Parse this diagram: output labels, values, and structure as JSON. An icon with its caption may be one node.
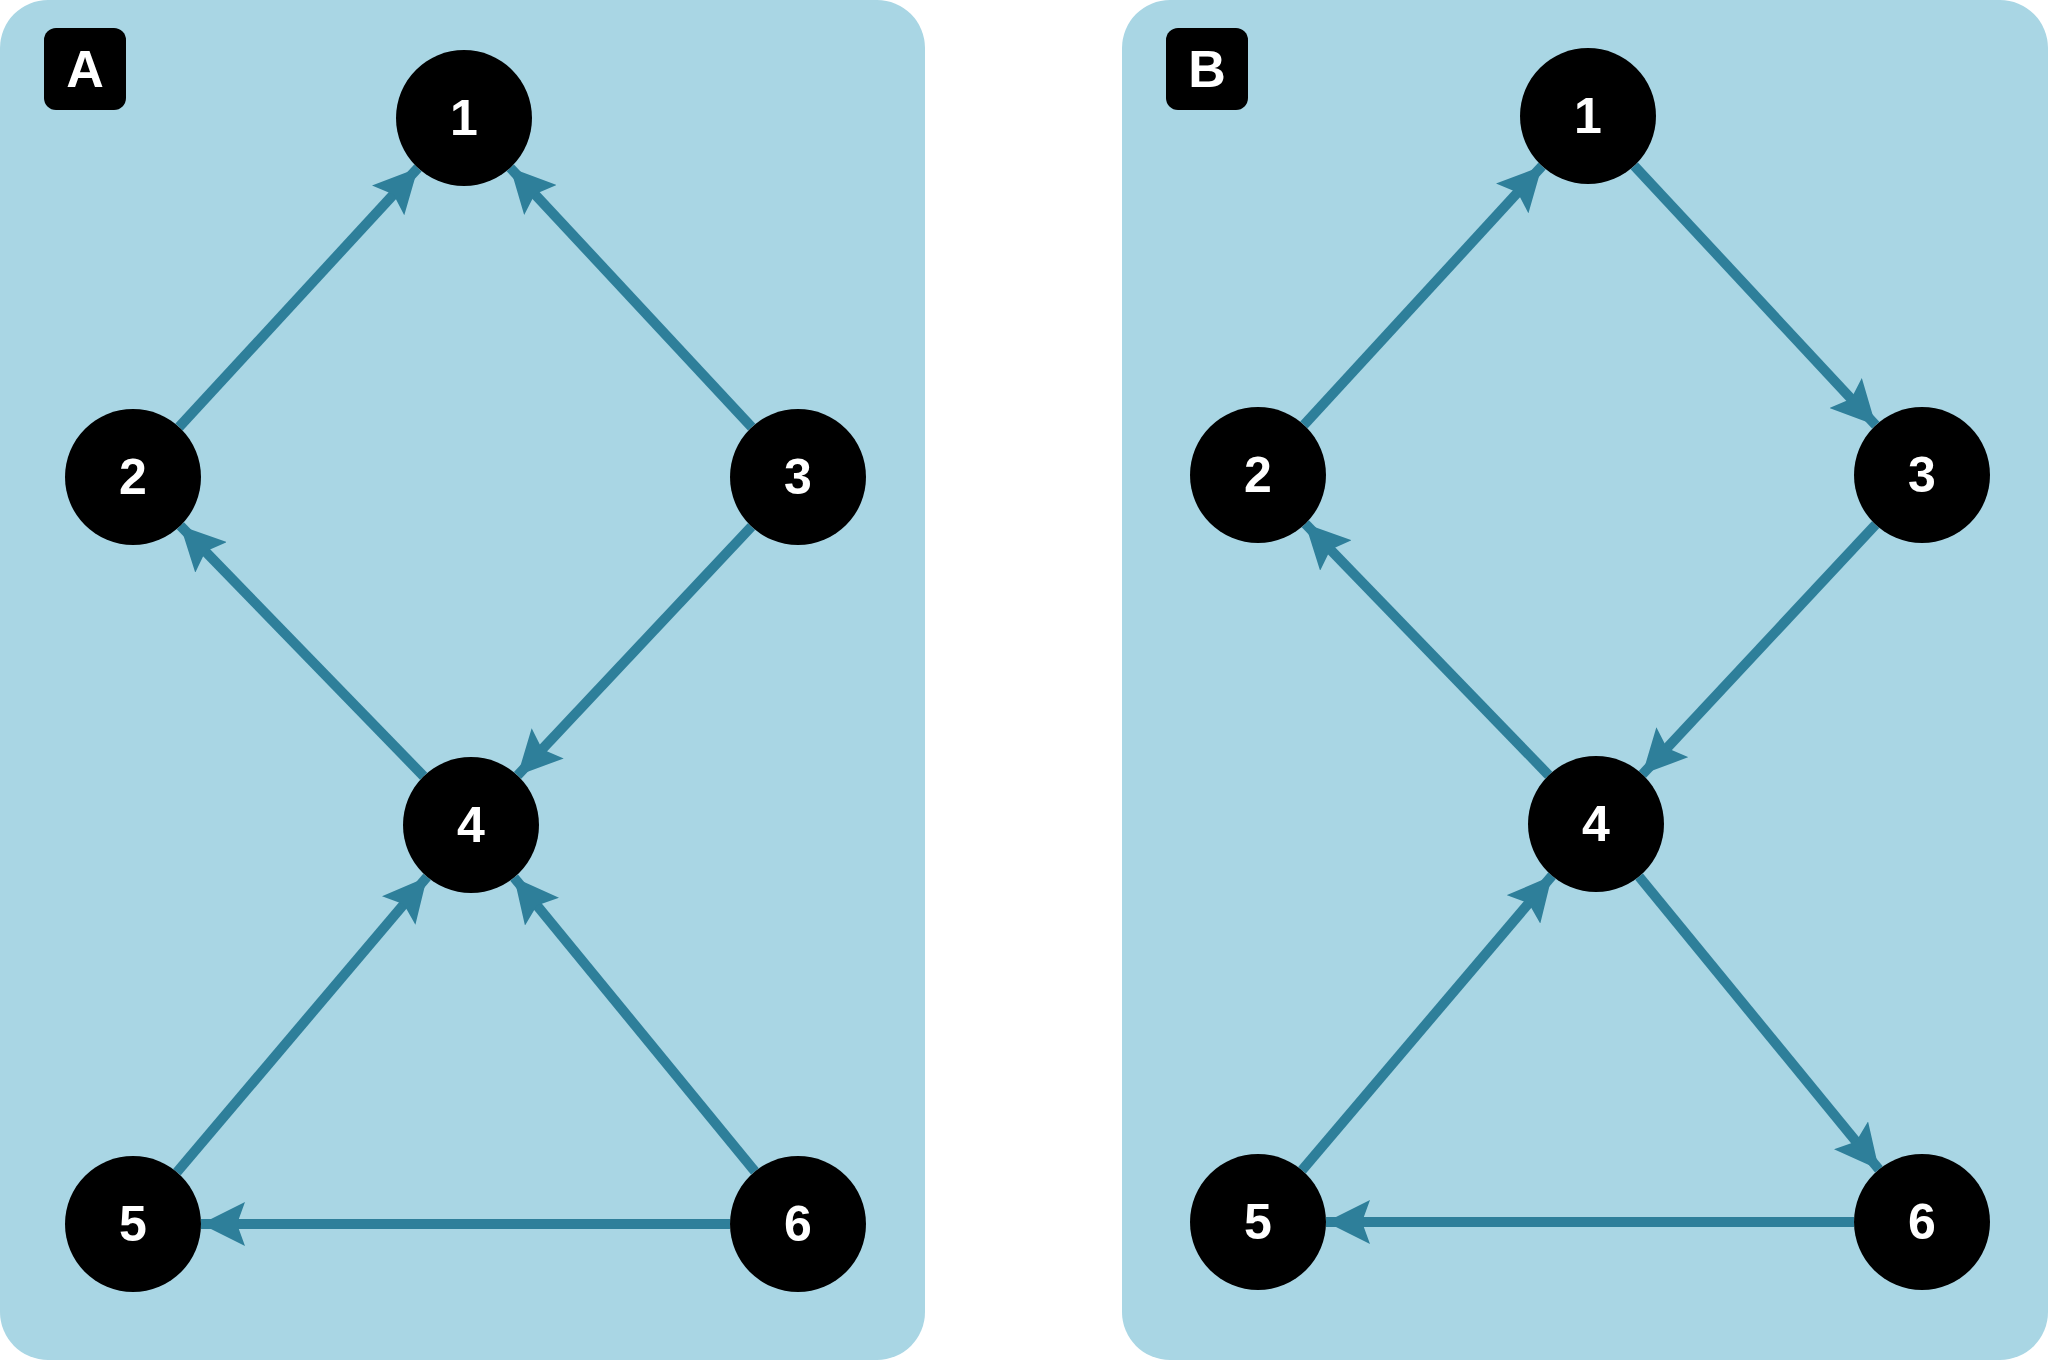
{
  "diagram": {
    "nodes": [
      {
        "text": [
          "A"
        ]
      },
      {
        "text": [
          "1"
        ],
        "in": 0
      },
      {
        "text": [
          "2"
        ],
        "in": 0
      },
      {
        "text": [
          "3"
        ],
        "in": 0
      },
      {
        "text": [
          "4"
        ],
        "in": 0
      },
      {
        "text": [
          "5"
        ],
        "in": 0
      },
      {
        "text": [
          "6"
        ],
        "in": 0
      },
      {
        "text": [
          "B"
        ]
      },
      {
        "text": [
          "1"
        ],
        "in": 7
      },
      {
        "text": [
          "2"
        ],
        "in": 7
      },
      {
        "text": [
          "3"
        ],
        "in": 7
      },
      {
        "text": [
          "4"
        ],
        "in": 7
      },
      {
        "text": [
          "5"
        ],
        "in": 7
      },
      {
        "text": [
          "6"
        ],
        "in": 7
      }
    ],
    "edges": [
      {
        "from": 2,
        "to": 1,
        "arrow": "to"
      },
      {
        "from": 3,
        "to": 1,
        "arrow": "to"
      },
      {
        "from": 4,
        "to": 2,
        "arrow": "to"
      },
      {
        "from": 3,
        "to": 4,
        "arrow": "to"
      },
      {
        "from": 5,
        "to": 4,
        "arrow": "to"
      },
      {
        "from": 6,
        "to": 4,
        "arrow": "to"
      },
      {
        "from": 6,
        "to": 5,
        "arrow": "to"
      },
      {
        "from": 9,
        "to": 8,
        "arrow": "to"
      },
      {
        "from": 8,
        "to": 10,
        "arrow": "to"
      },
      {
        "from": 11,
        "to": 9,
        "arrow": "to"
      },
      {
        "from": 10,
        "to": 11,
        "arrow": "to"
      },
      {
        "from": 12,
        "to": 11,
        "arrow": "to"
      },
      {
        "from": 11,
        "to": 13,
        "arrow": "to"
      },
      {
        "from": 13,
        "to": 12,
        "arrow": "to"
      }
    ]
  }
}
